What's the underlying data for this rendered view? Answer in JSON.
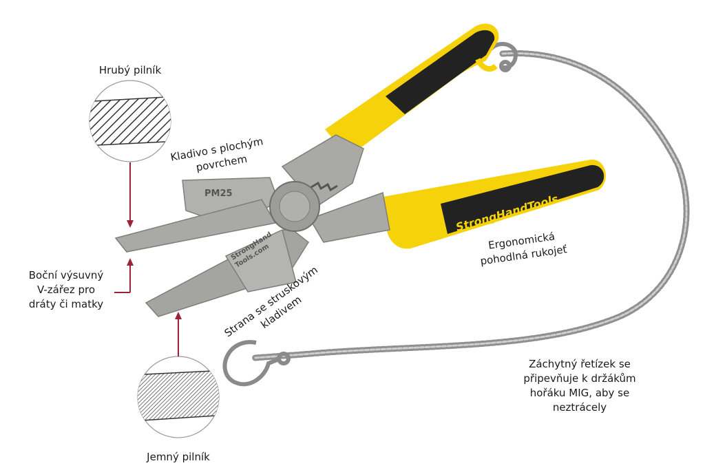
{
  "labels": {
    "coarse_file": "Hrubý pilník",
    "fine_file": "Jemný pilník",
    "hammer_flat": [
      "Kladivo s plochým",
      "povrchem"
    ],
    "v_notch": [
      "Boční výsuvný",
      "V-zářez pro",
      "dráty či matky"
    ],
    "slag_side": [
      "Strana se struskovým",
      "kladivem"
    ],
    "ergonomic": [
      "Ergonomická",
      "pohodlná rukojeť"
    ],
    "chain": [
      "Záchytný řetízek se",
      "připevňuje k držákům",
      "hořáku MIG, aby se",
      "neztrácely"
    ]
  },
  "product": {
    "jaw_marking": "PM25",
    "jaw_brand": [
      "StrongHand",
      "Tools.com"
    ],
    "handle_brand": "StrongHandTools"
  },
  "colors": {
    "handle_yellow": "#f5d20a",
    "handle_black": "#222222",
    "steel": "#a9a9a6",
    "steel_dark": "#7d7d7a",
    "arrow": "#9b2335",
    "chain": "#9a9a9a"
  }
}
